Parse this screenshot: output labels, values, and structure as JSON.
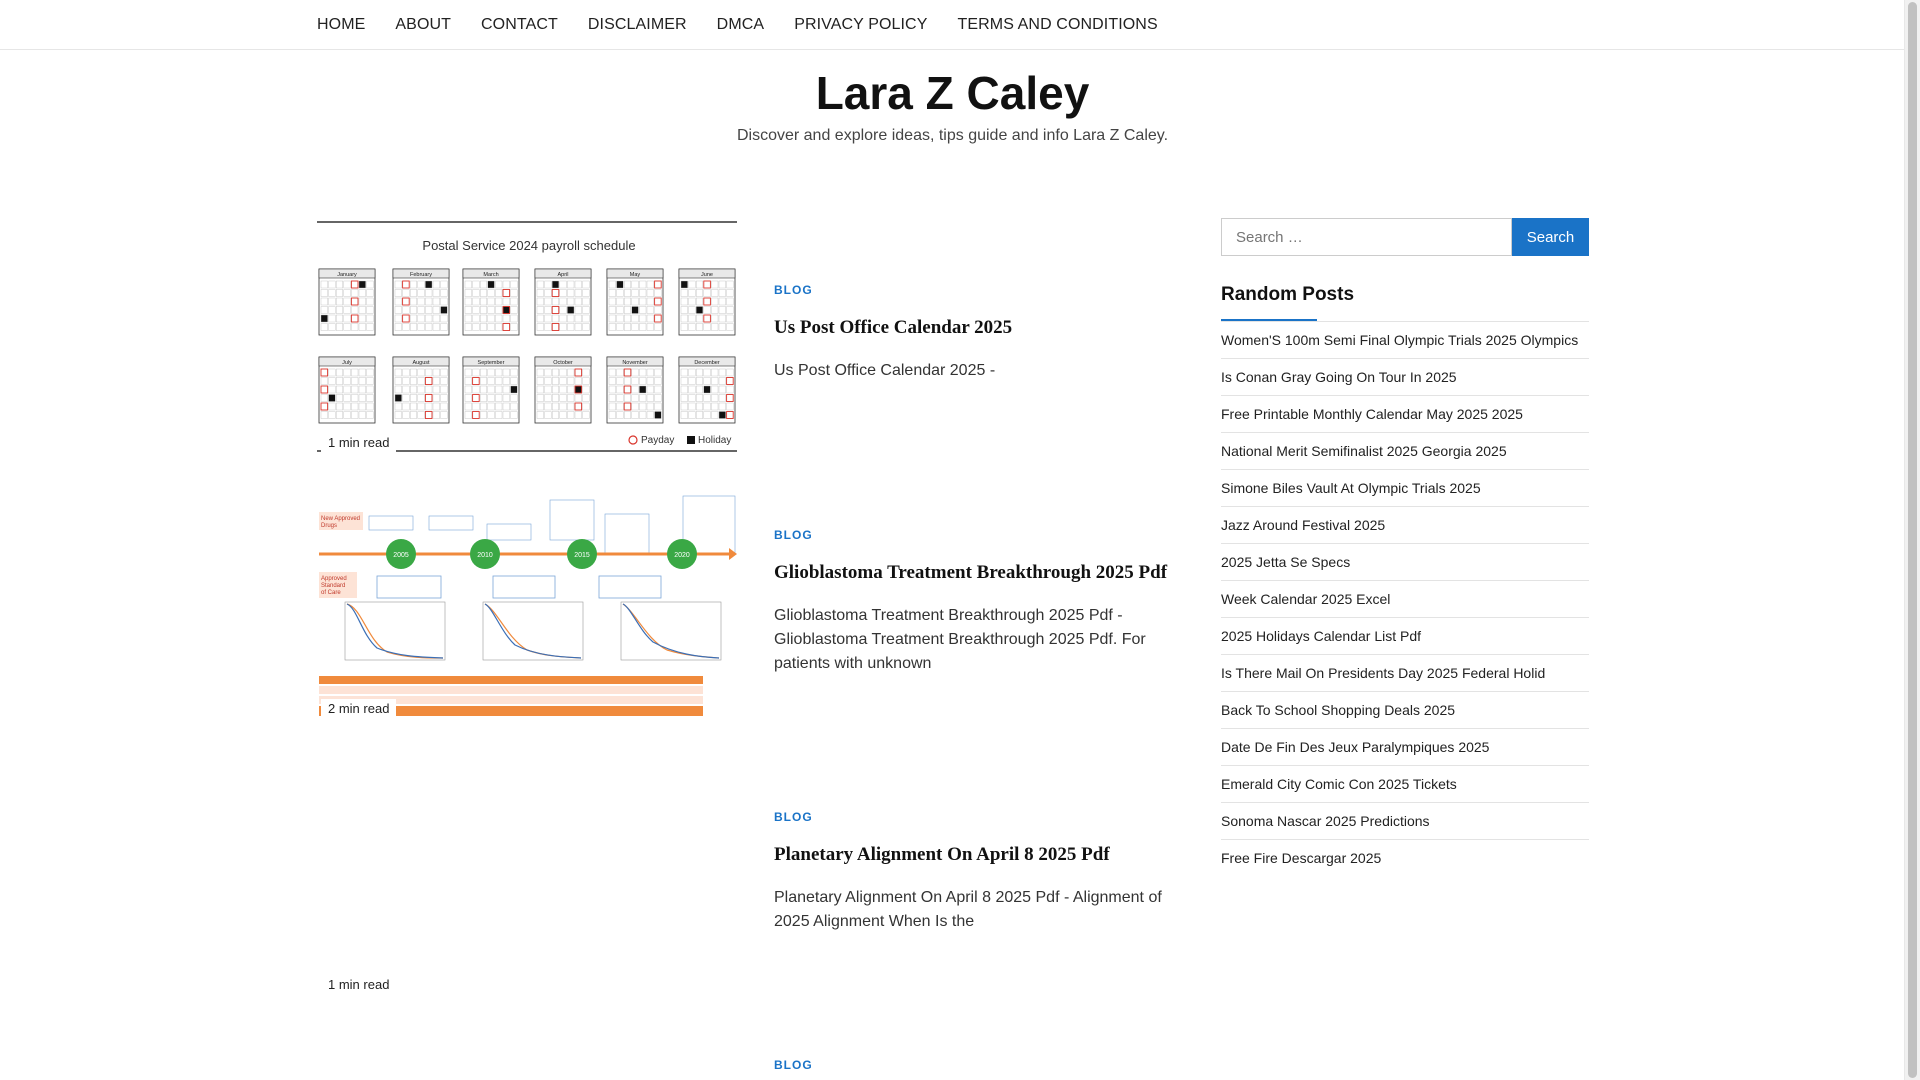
{
  "nav": [
    "HOME",
    "ABOUT",
    "CONTACT",
    "DISCLAIMER",
    "DMCA",
    "PRIVACY POLICY",
    "TERMS AND CONDITIONS"
  ],
  "site": {
    "title": "Lara Z Caley",
    "description": "Discover and explore ideas, tips guide and info Lara Z Caley."
  },
  "posts": [
    {
      "category": "BLOG",
      "title": "Us Post Office Calendar 2025",
      "excerpt": "Us Post Office Calendar 2025 -",
      "read_time": "1 min read",
      "image": {
        "caption": "Postal Service 2024 payroll schedule",
        "months": [
          "January",
          "February",
          "March",
          "April",
          "May",
          "June",
          "July",
          "August",
          "September",
          "October",
          "November",
          "December"
        ],
        "legend_payday": "Payday",
        "legend_holiday": "Holiday"
      }
    },
    {
      "category": "BLOG",
      "title": "Glioblastoma Treatment Breakthrough 2025 Pdf",
      "excerpt": "Glioblastoma Treatment Breakthrough 2025 Pdf - Glioblastoma Treatment Breakthrough 2025 Pdf. For patients with unknown",
      "read_time": "2 min read",
      "image": {
        "years": [
          "2005",
          "2010",
          "2015",
          "2020"
        ]
      }
    },
    {
      "category": "BLOG",
      "title": "Planetary Alignment On April 8 2025 Pdf",
      "excerpt": "Planetary Alignment On April 8 2025 Pdf - Alignment of 2025 Alignment When Is the",
      "read_time": "1 min read"
    },
    {
      "category": "BLOG"
    }
  ],
  "sidebar": {
    "search_placeholder": "Search …",
    "search_button": "Search",
    "random_posts_title": "Random Posts",
    "random_posts": [
      "Women'S 100m Semi Final Olympic Trials 2025 Olympics",
      "Is Conan Gray Going On Tour In 2025",
      "Free Printable Monthly Calendar May 2025 2025",
      "National Merit Semifinalist 2025 Georgia 2025",
      "Simone Biles Vault At Olympic Trials 2025",
      "Jazz Around Festival 2025",
      "2025 Jetta Se Specs",
      "Week Calendar 2025 Excel",
      "2025 Holidays Calendar List Pdf",
      "Is There Mail On Presidents Day 2025 Federal Holid",
      "Back To School Shopping Deals 2025",
      "Date De Fin Des Jeux Paralympiques 2025",
      "Emerald City Comic Con 2025 Tickets",
      "Sonoma Nascar 2025 Predictions",
      "Free Fire Descargar 2025"
    ]
  },
  "colors": {
    "accent": "#1a73c7",
    "holiday_red": "#d9342b",
    "timeline_green": "#3aa845",
    "timeline_orange": "#f08a3c"
  }
}
